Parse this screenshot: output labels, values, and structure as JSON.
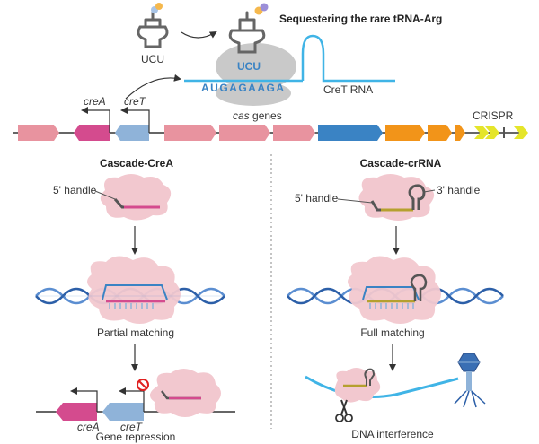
{
  "top": {
    "trna_anticodon_free": "UCU",
    "trna_anticodon_bound": "UCU",
    "title": "Sequestering the rare tRNA-Arg",
    "mrna_sequence": "AUGAGAAGA",
    "cret_rna_label": "CreT RNA"
  },
  "operon": {
    "creA_label": "creA",
    "creT_label": "creT",
    "cas_genes_italic": "cas",
    "cas_genes_rest": " genes",
    "crispr_label": "CRISPR"
  },
  "left_panel": {
    "title": "Cascade-CreA",
    "handle_label": "5' handle",
    "matching_label": "Partial matching",
    "creA_label": "creA",
    "creT_label": "creT",
    "outcome_label": "Gene repression"
  },
  "right_panel": {
    "title": "Cascade-crRNA",
    "handle5_label": "5' handle",
    "handle3_label": "3' handle",
    "matching_label": "Full matching",
    "outcome_label": "DNA interference"
  },
  "colors": {
    "pink_gene": "#e8939f",
    "magenta_gene": "#d44b8e",
    "blue_gene": "#8fb3d9",
    "cas_blue": "#3a83c4",
    "cas_orange": "#f29419",
    "crispr_yellow": "#e5e52a",
    "cascade_cloud": "#f2c8cf",
    "ribosome_gray": "#c9c9c9",
    "rna_light_blue": "#40b4e6",
    "dna_blue": "#5b8ed1",
    "crrna_gold": "#b5a02e"
  }
}
